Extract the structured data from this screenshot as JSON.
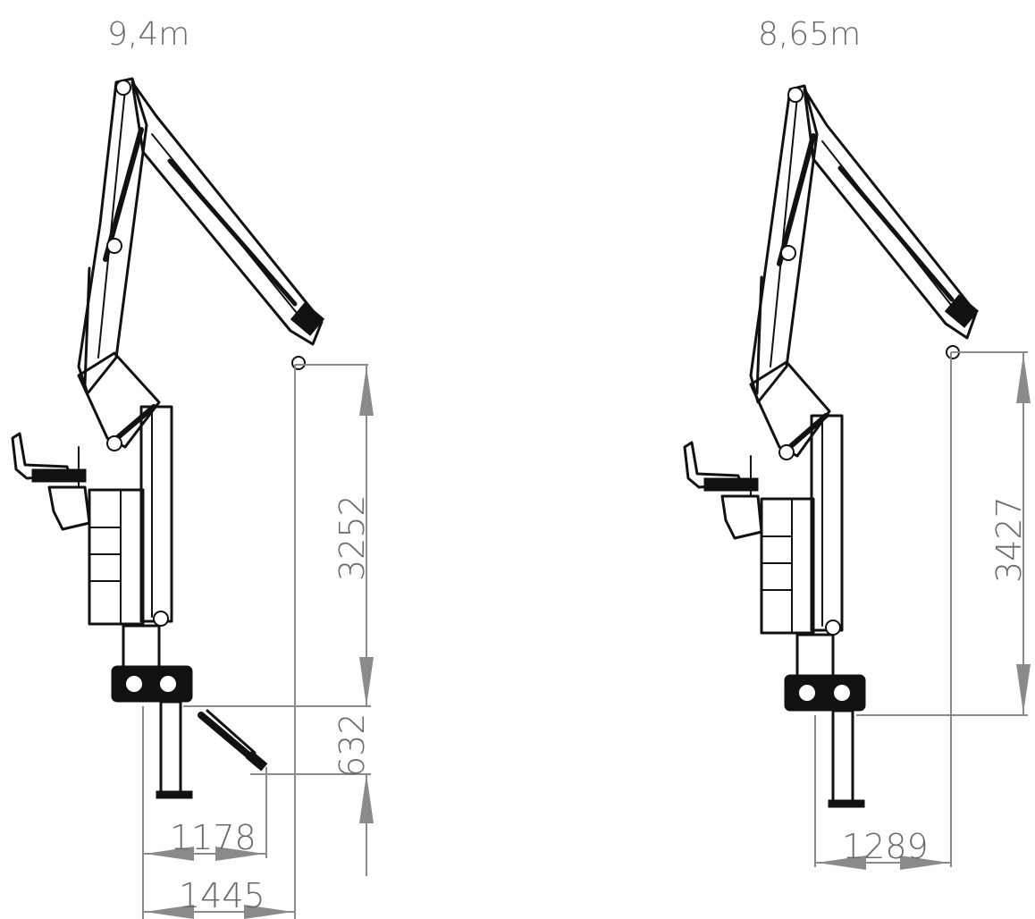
{
  "diagrams": [
    {
      "reach_label": "9,4m",
      "dimensions": {
        "vertical_upper": "3252",
        "vertical_lower": "632",
        "horizontal_inner": "1178",
        "horizontal_outer": "1445"
      }
    },
    {
      "reach_label": "8,65m",
      "dimensions": {
        "vertical_upper": "3427",
        "horizontal_inner": "1289"
      }
    }
  ],
  "colors": {
    "dimension_line": "#8a8a8a",
    "dimension_text": "#6a6a6a",
    "drawing_line": "#111111",
    "background": "#ffffff"
  }
}
